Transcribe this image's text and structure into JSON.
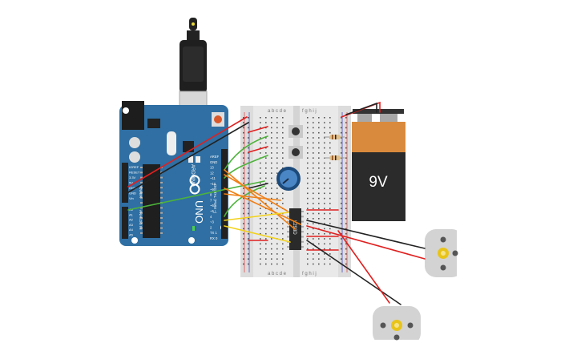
{
  "arduino": {
    "brand": "ARDUINO",
    "model": "UNO",
    "power_header": "POWER",
    "analog_header": "ANALOG IN",
    "digital_header": "DIGITAL (PWM ~)",
    "digital_pins": [
      "AREF",
      "GND",
      "13",
      "12",
      "~11",
      "~10",
      "~9",
      "8",
      "7",
      "~6",
      "~5",
      "4",
      "~3",
      "2",
      "TX 1",
      "RX 0"
    ],
    "power_pins": [
      "IOREF",
      "RESET",
      "3.3V",
      "5V",
      "GND",
      "GND",
      "Vin"
    ],
    "analog_pins": [
      "A0",
      "A1",
      "A2",
      "A3",
      "A4",
      "A5"
    ]
  },
  "breadboard": {
    "columns_left": "a b c d e",
    "columns_right": "f g h i j"
  },
  "components": {
    "battery_label": "9V",
    "chip_label": "L293D"
  },
  "colors": {
    "arduino_blue": "#2f6fa3",
    "wire_red": "#e02020",
    "wire_black": "#222222",
    "wire_green": "#4cb33a",
    "wire_orange": "#f07f14",
    "wire_yellow": "#f2d21b",
    "battery_orange": "#d98a3c",
    "battery_black": "#2b2b2b"
  }
}
